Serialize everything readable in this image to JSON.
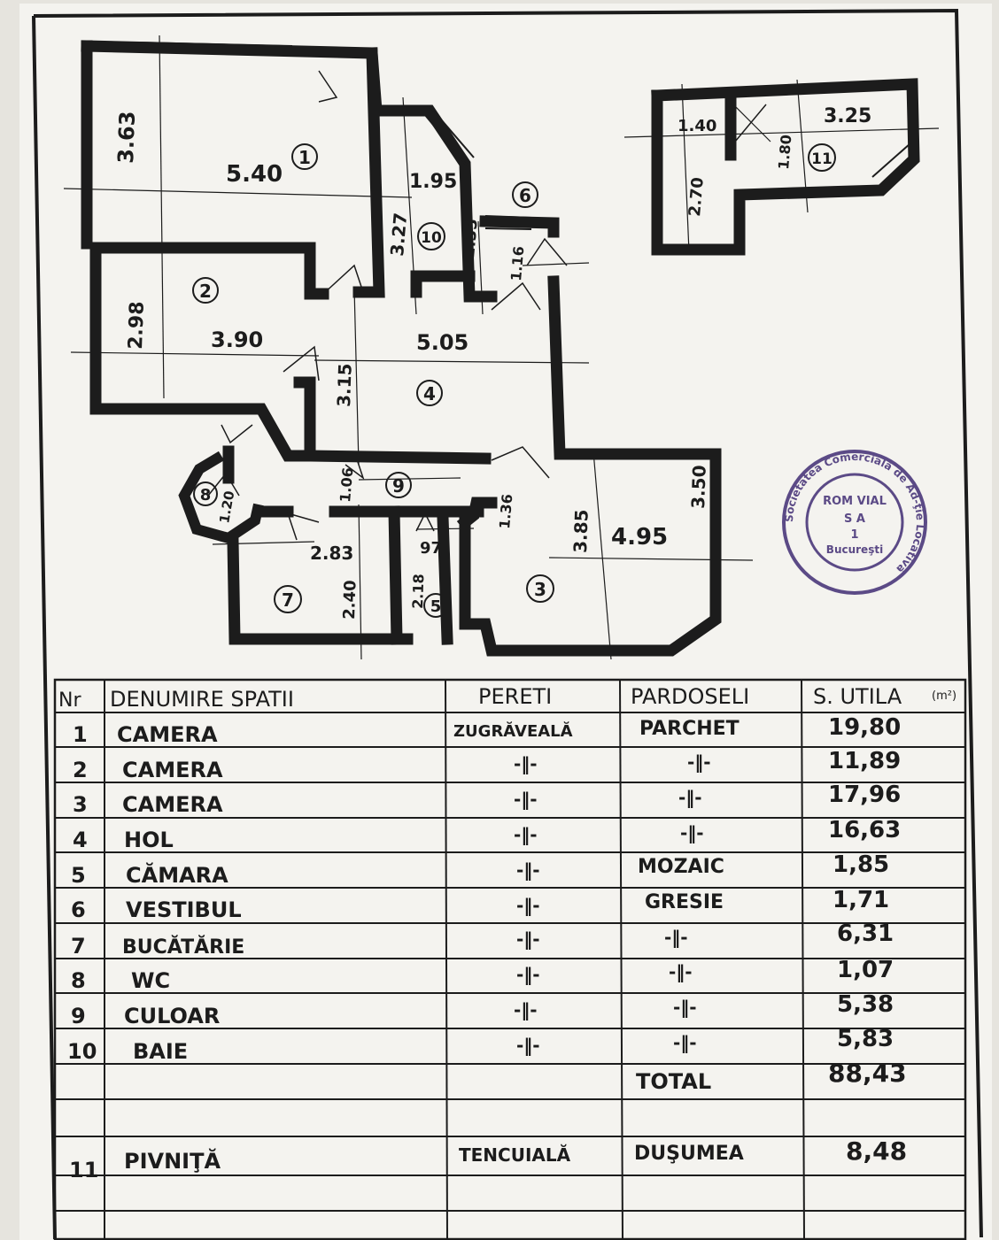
{
  "colors": {
    "paper": "#f4f3ef",
    "ink": "#1c1c1c",
    "stamp": "#5b4a86"
  },
  "dimensions": {
    "d_363": "3.63",
    "d_540": "5.40",
    "d_195": "1.95",
    "d_327": "3.27",
    "d_235": "2.35",
    "d_298": "2.98",
    "d_390": "3.90",
    "d_505": "5.05",
    "d_315": "3.15",
    "d_116": "1.16",
    "d_106": "1.06",
    "d_136": "1.36",
    "d_385": "3.85",
    "d_495": "4.95",
    "d_350": "3.50",
    "d_120": "1.20",
    "d_283": "2.83",
    "d_097": "97",
    "d_240": "2.40",
    "d_218": "2.18",
    "d_140": "1.40",
    "d_325": "3.25",
    "d_180": "1.80",
    "d_270": "2.70"
  },
  "room_numbers": [
    "1",
    "2",
    "3",
    "4",
    "5",
    "6",
    "7",
    "8",
    "9",
    "10",
    "11"
  ],
  "stamp": {
    "ring_text": "Societatea Comercială de Ad-ţie Locativă",
    "line1": "ROM VIAL",
    "line2": "S A",
    "line3": "1",
    "line4": "Bucureşti"
  },
  "table": {
    "headers": {
      "nr": "Nr",
      "name": "DENUMIRE SPATII",
      "walls": "PERETI",
      "floors": "PARDOSELI",
      "area": "S. UTILA",
      "area_unit": "(m²)"
    },
    "rows": [
      {
        "nr": "1",
        "name": "CAMERA",
        "walls": "ZUGRĂVEALĂ",
        "floors": "PARCHET",
        "area": "19,80"
      },
      {
        "nr": "2",
        "name": "CAMERA",
        "walls": "-‖-",
        "floors": "-‖-",
        "area": "11,89"
      },
      {
        "nr": "3",
        "name": "CAMERA",
        "walls": "-‖-",
        "floors": "-‖-",
        "area": "17,96"
      },
      {
        "nr": "4",
        "name": "HOL",
        "walls": "-‖-",
        "floors": "-‖-",
        "area": "16,63"
      },
      {
        "nr": "5",
        "name": "CĂMARA",
        "walls": "-‖-",
        "floors": "MOZAIC",
        "area": "1,85"
      },
      {
        "nr": "6",
        "name": "VESTIBUL",
        "walls": "-‖-",
        "floors": "GRESIE",
        "area": "1,71"
      },
      {
        "nr": "7",
        "name": "BUCĂTĂRIE",
        "walls": "-‖-",
        "floors": "-‖-",
        "area": "6,31"
      },
      {
        "nr": "8",
        "name": "WC",
        "walls": "-‖-",
        "floors": "-‖-",
        "area": "1,07"
      },
      {
        "nr": "9",
        "name": "CULOAR",
        "walls": "-‖-",
        "floors": "-‖-",
        "area": "5,38"
      },
      {
        "nr": "10",
        "name": "BAIE",
        "walls": "-‖-",
        "floors": "-‖-",
        "area": "5,83"
      }
    ],
    "total_label": "TOTAL",
    "total_value": "88,43",
    "extra_row": {
      "nr": "11",
      "name": "PIVNIŢĂ",
      "walls": "TENCUIALĂ",
      "floors": "DUŞUMEA",
      "area": "8,48"
    }
  }
}
